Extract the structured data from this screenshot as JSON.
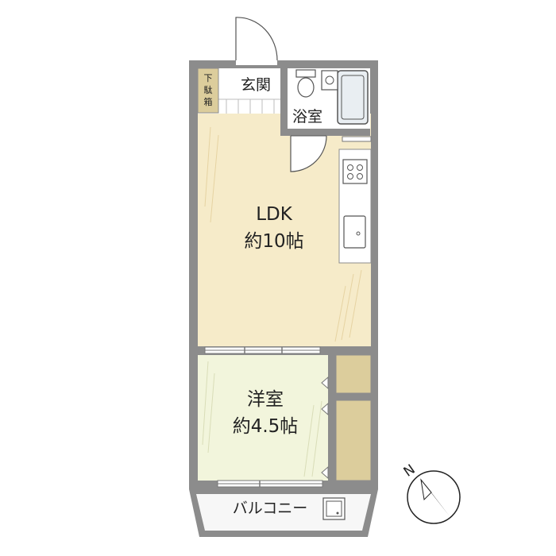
{
  "floorplan": {
    "rooms": {
      "ldk": {
        "name": "LDK",
        "size": "約10帖"
      },
      "western": {
        "name": "洋室",
        "size": "約4.5帖"
      },
      "entrance": {
        "name": "玄関"
      },
      "bath": {
        "name": "浴室"
      },
      "shoe_box": {
        "name": "下駄箱",
        "chars": [
          "下",
          "駄",
          "箱"
        ]
      },
      "balcony": {
        "name": "バルコニー"
      }
    },
    "compass": {
      "label": "N"
    }
  },
  "colors": {
    "wall": "#8c8c8c",
    "ldk_floor": "#f6ebc9",
    "western_floor": "#f2f5dc",
    "storage": "#dccd9c",
    "fixture": "#e9eef2",
    "balcony": "#f7f7f7"
  }
}
